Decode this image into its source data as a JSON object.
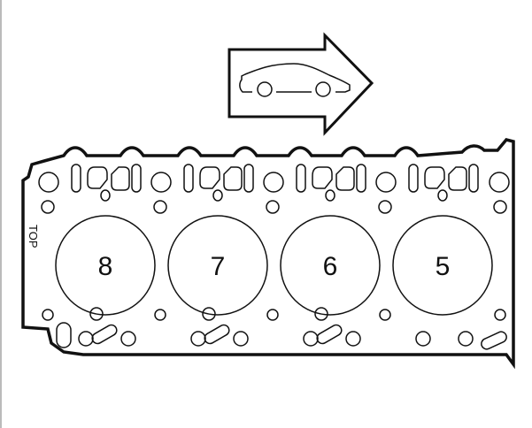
{
  "diagram": {
    "direction_arrow": {
      "icon": "car-front-direction-arrow-icon"
    },
    "gasket": {
      "orientation_label": "TOP",
      "cylinders": [
        {
          "label": "8"
        },
        {
          "label": "7"
        },
        {
          "label": "6"
        },
        {
          "label": "5"
        }
      ]
    }
  }
}
